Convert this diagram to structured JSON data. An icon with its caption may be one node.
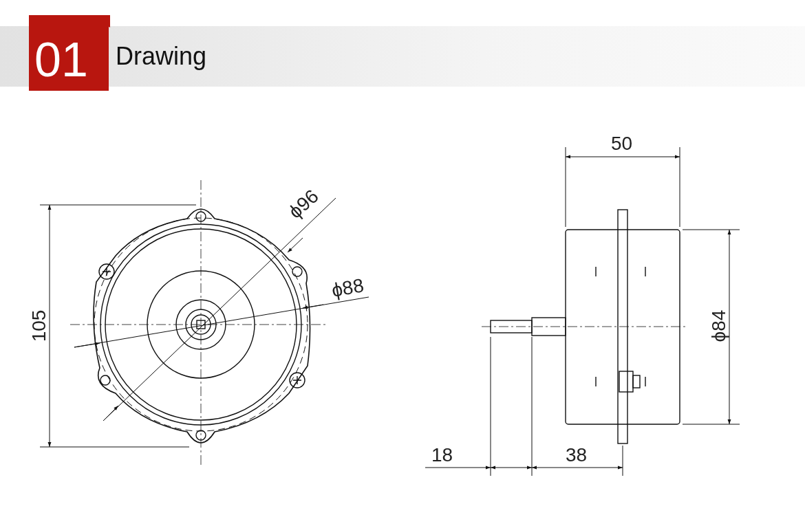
{
  "diagram": {
    "title": "Drawing",
    "labels": [
      "01",
      "ϕ96",
      "ϕ88",
      "105",
      "50",
      "ϕ84",
      "18",
      "38"
    ]
  }
}
